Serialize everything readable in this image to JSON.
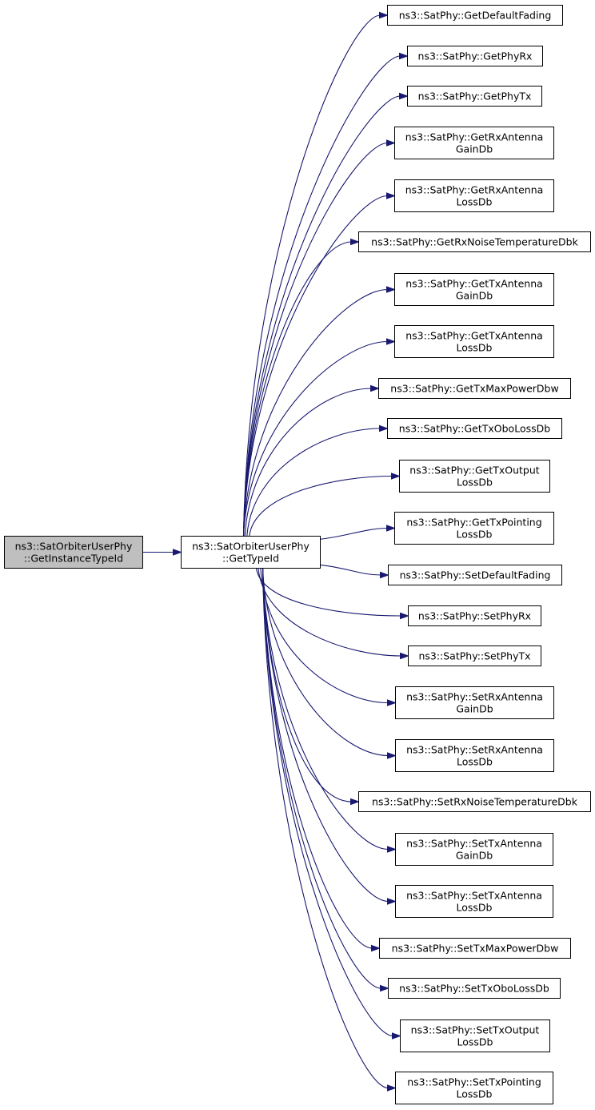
{
  "graph": {
    "edge_color": "#191970",
    "root_fill": "#bfbfbf",
    "node_fill": "#ffffff",
    "root": {
      "id": "root",
      "lines": [
        "ns3::SatOrbiterUserPhy",
        "::GetInstanceTypeId"
      ],
      "name": "root-node-get-instance-type-id"
    },
    "hub": {
      "id": "hub",
      "lines": [
        "ns3::SatOrbiterUserPhy",
        "::GetTypeId"
      ],
      "name": "hub-node-get-type-id"
    },
    "callees": [
      {
        "id": "c0",
        "lines": [
          "ns3::SatPhy::GetDefaultFading"
        ]
      },
      {
        "id": "c1",
        "lines": [
          "ns3::SatPhy::GetPhyRx"
        ]
      },
      {
        "id": "c2",
        "lines": [
          "ns3::SatPhy::GetPhyTx"
        ]
      },
      {
        "id": "c3",
        "lines": [
          "ns3::SatPhy::GetRxAntenna",
          "GainDb"
        ]
      },
      {
        "id": "c4",
        "lines": [
          "ns3::SatPhy::GetRxAntenna",
          "LossDb"
        ]
      },
      {
        "id": "c5",
        "lines": [
          "ns3::SatPhy::GetRxNoiseTemperatureDbk"
        ]
      },
      {
        "id": "c6",
        "lines": [
          "ns3::SatPhy::GetTxAntenna",
          "GainDb"
        ]
      },
      {
        "id": "c7",
        "lines": [
          "ns3::SatPhy::GetTxAntenna",
          "LossDb"
        ]
      },
      {
        "id": "c8",
        "lines": [
          "ns3::SatPhy::GetTxMaxPowerDbw"
        ]
      },
      {
        "id": "c9",
        "lines": [
          "ns3::SatPhy::GetTxOboLossDb"
        ]
      },
      {
        "id": "c10",
        "lines": [
          "ns3::SatPhy::GetTxOutput",
          "LossDb"
        ]
      },
      {
        "id": "c11",
        "lines": [
          "ns3::SatPhy::GetTxPointing",
          "LossDb"
        ]
      },
      {
        "id": "c12",
        "lines": [
          "ns3::SatPhy::SetDefaultFading"
        ]
      },
      {
        "id": "c13",
        "lines": [
          "ns3::SatPhy::SetPhyRx"
        ]
      },
      {
        "id": "c14",
        "lines": [
          "ns3::SatPhy::SetPhyTx"
        ]
      },
      {
        "id": "c15",
        "lines": [
          "ns3::SatPhy::SetRxAntenna",
          "GainDb"
        ]
      },
      {
        "id": "c16",
        "lines": [
          "ns3::SatPhy::SetRxAntenna",
          "LossDb"
        ]
      },
      {
        "id": "c17",
        "lines": [
          "ns3::SatPhy::SetRxNoiseTemperatureDbk"
        ]
      },
      {
        "id": "c18",
        "lines": [
          "ns3::SatPhy::SetTxAntenna",
          "GainDb"
        ]
      },
      {
        "id": "c19",
        "lines": [
          "ns3::SatPhy::SetTxAntenna",
          "LossDb"
        ]
      },
      {
        "id": "c20",
        "lines": [
          "ns3::SatPhy::SetTxMaxPowerDbw"
        ]
      },
      {
        "id": "c21",
        "lines": [
          "ns3::SatPhy::SetTxOboLossDb"
        ]
      },
      {
        "id": "c22",
        "lines": [
          "ns3::SatPhy::SetTxOutput",
          "LossDb"
        ]
      },
      {
        "id": "c23",
        "lines": [
          "ns3::SatPhy::SetTxPointing",
          "LossDb"
        ]
      }
    ]
  }
}
